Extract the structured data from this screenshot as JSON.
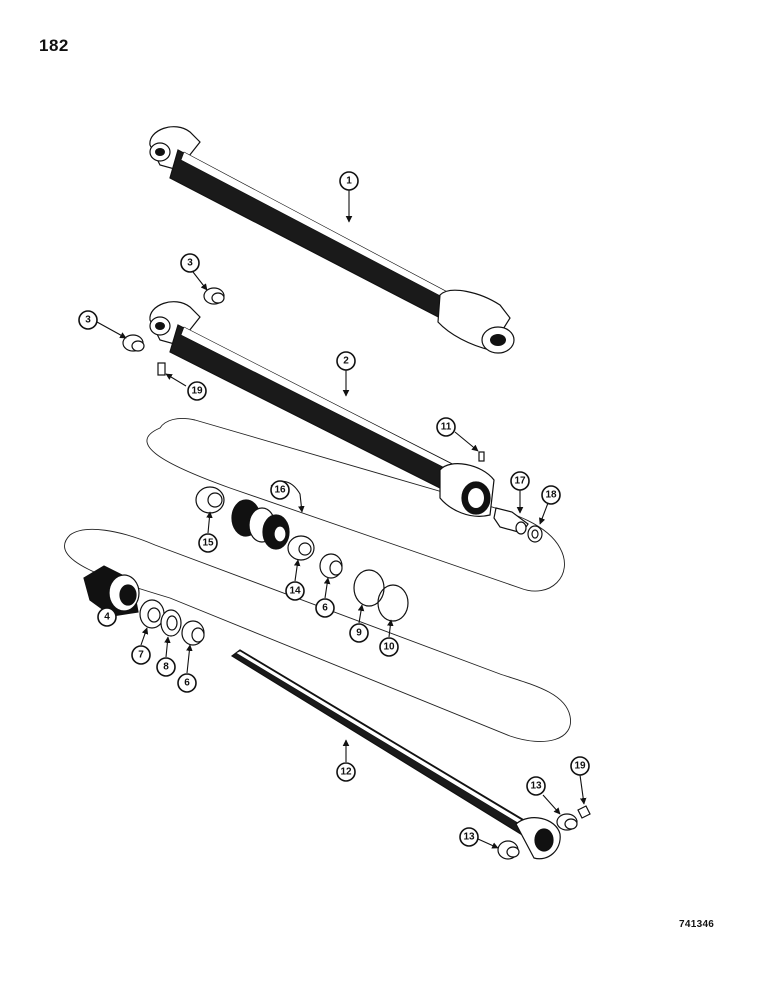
{
  "page": {
    "number": "182",
    "figure_code": "741346"
  },
  "callouts": [
    {
      "id": "c1",
      "label": "1"
    },
    {
      "id": "c2",
      "label": "2"
    },
    {
      "id": "c3a",
      "label": "3"
    },
    {
      "id": "c3b",
      "label": "3"
    },
    {
      "id": "c19a",
      "label": "19"
    },
    {
      "id": "c11",
      "label": "11"
    },
    {
      "id": "c17",
      "label": "17"
    },
    {
      "id": "c18",
      "label": "18"
    },
    {
      "id": "c16",
      "label": "16"
    },
    {
      "id": "c15",
      "label": "15"
    },
    {
      "id": "c14",
      "label": "14"
    },
    {
      "id": "c6a",
      "label": "6"
    },
    {
      "id": "c9",
      "label": "9"
    },
    {
      "id": "c10",
      "label": "10"
    },
    {
      "id": "c4",
      "label": "4"
    },
    {
      "id": "c7",
      "label": "7"
    },
    {
      "id": "c8",
      "label": "8"
    },
    {
      "id": "c6b",
      "label": "6"
    },
    {
      "id": "c12",
      "label": "12"
    },
    {
      "id": "c13a",
      "label": "13"
    },
    {
      "id": "c19b",
      "label": "19"
    },
    {
      "id": "c13b",
      "label": "13"
    }
  ],
  "colors": {
    "ink": "#111111",
    "paper": "#ffffff"
  }
}
